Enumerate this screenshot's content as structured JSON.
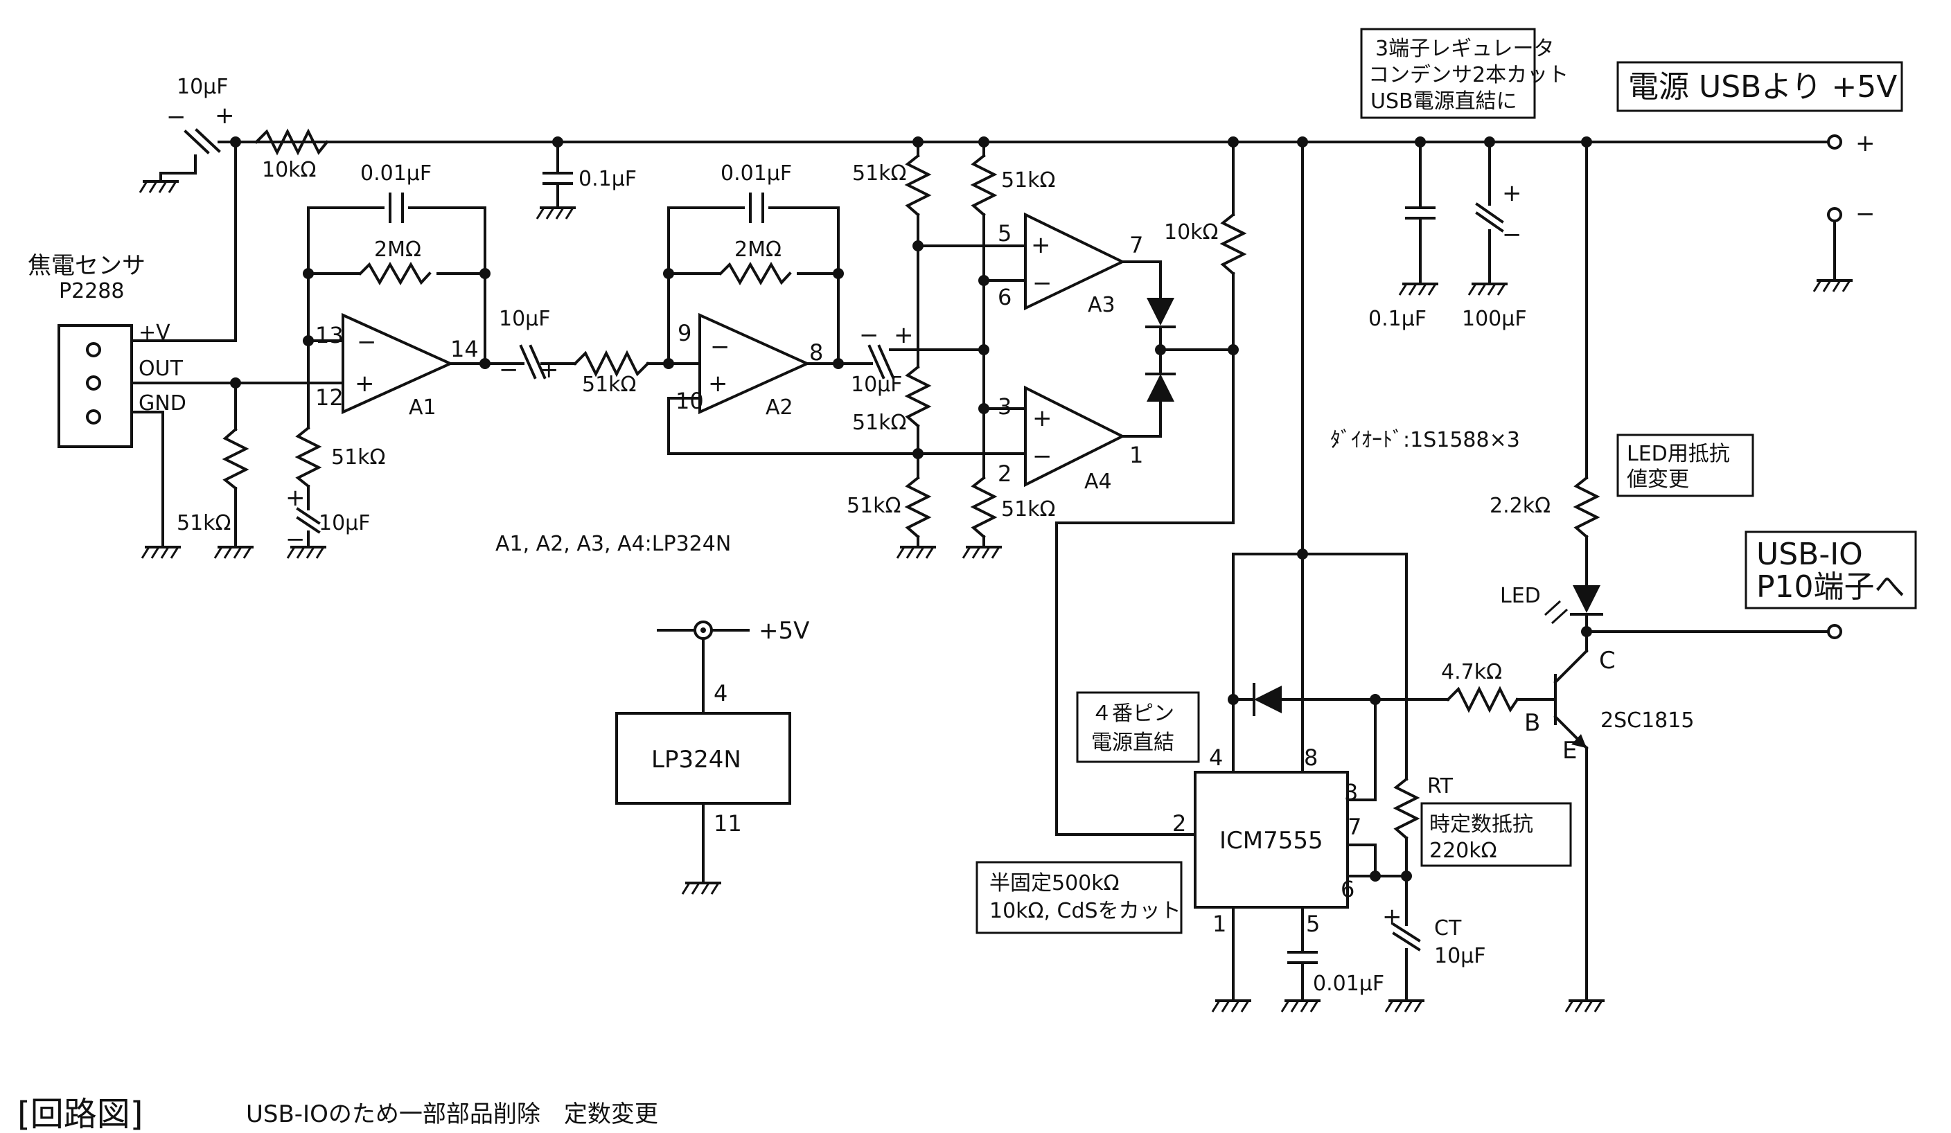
{
  "sensor": {
    "title": "焦電センサ",
    "model": "P2288",
    "pin_v": "+V",
    "pin_out": "OUT",
    "pin_gnd": "GND"
  },
  "components": {
    "c_in": "10μF",
    "r_in": "10kΩ",
    "c_a1_fb": "0.01μF",
    "r_a1_fb": "2MΩ",
    "c_bypass1": "0.1μF",
    "c_couple1": "10μF",
    "r_a2_in": "51kΩ",
    "c_a2_fb": "0.01μF",
    "r_a2_fb": "2MΩ",
    "r_bias": "51kΩ",
    "r_gnd1": "51kΩ",
    "r_a1_gnd": "51kΩ",
    "c_a1_gnd": "10μF",
    "c_couple2": "10μF",
    "r_div1": "51kΩ",
    "r_div2": "51kΩ",
    "r_div3": "51kΩ",
    "r_div4": "51kΩ",
    "r_div5": "51kΩ",
    "r_pullup": "10kΩ",
    "c_sup1": "0.1μF",
    "c_sup2": "100μF",
    "r_led": "2.2kΩ",
    "r_base": "4.7kΩ",
    "c_ct": "10μF",
    "c_ctrl": "0.01μF",
    "rt": "RT",
    "ct": "CT",
    "led": "LED",
    "transistor": "2SC1815"
  },
  "opamps": {
    "a1": "A1",
    "a2": "A2",
    "a3": "A3",
    "a4": "A4",
    "note": "A1, A2, A3, A4:LP324N"
  },
  "ic_pkg": {
    "name": "LP324N",
    "vcc": "+5V",
    "pin_vcc": "4",
    "pin_gnd": "11"
  },
  "timer": {
    "name": "ICM7555"
  },
  "pins": {
    "p13": "13",
    "p12": "12",
    "p14": "14",
    "p9": "9",
    "p10": "10",
    "p8": "8",
    "p5": "5",
    "p6": "6",
    "p7": "7",
    "p3": "3",
    "p2": "2",
    "p1": "1",
    "t4": "4",
    "t8": "8",
    "t3": "3",
    "t2": "2",
    "t7": "7",
    "t6": "6",
    "t1": "1",
    "t5": "5",
    "q_c": "C",
    "q_b": "B",
    "q_e": "E"
  },
  "diode_note": "ﾀﾞｲｵｰﾄﾞ:1S1588×3",
  "notes": {
    "regulator": [
      "3端子レギュレータ",
      "コンデンサ2本カット",
      "USB電源直結に"
    ],
    "power": "電源 USBより +5V",
    "pin4": [
      "４番ピン",
      "電源直結"
    ],
    "semi_fixed": [
      "半固定500kΩ",
      "10kΩ, CdSをカット"
    ],
    "led_res": [
      "LED用抵抗",
      "値変更"
    ],
    "rt_res": [
      "時定数抵抗",
      "220kΩ"
    ],
    "usb_io": [
      "USB-IO",
      "P10端子へ"
    ]
  },
  "terminals": {
    "plus": "+",
    "minus": "−"
  },
  "caption": {
    "bracket": "[回路図]",
    "text": "USB-IOのため一部部品削除　定数変更"
  }
}
